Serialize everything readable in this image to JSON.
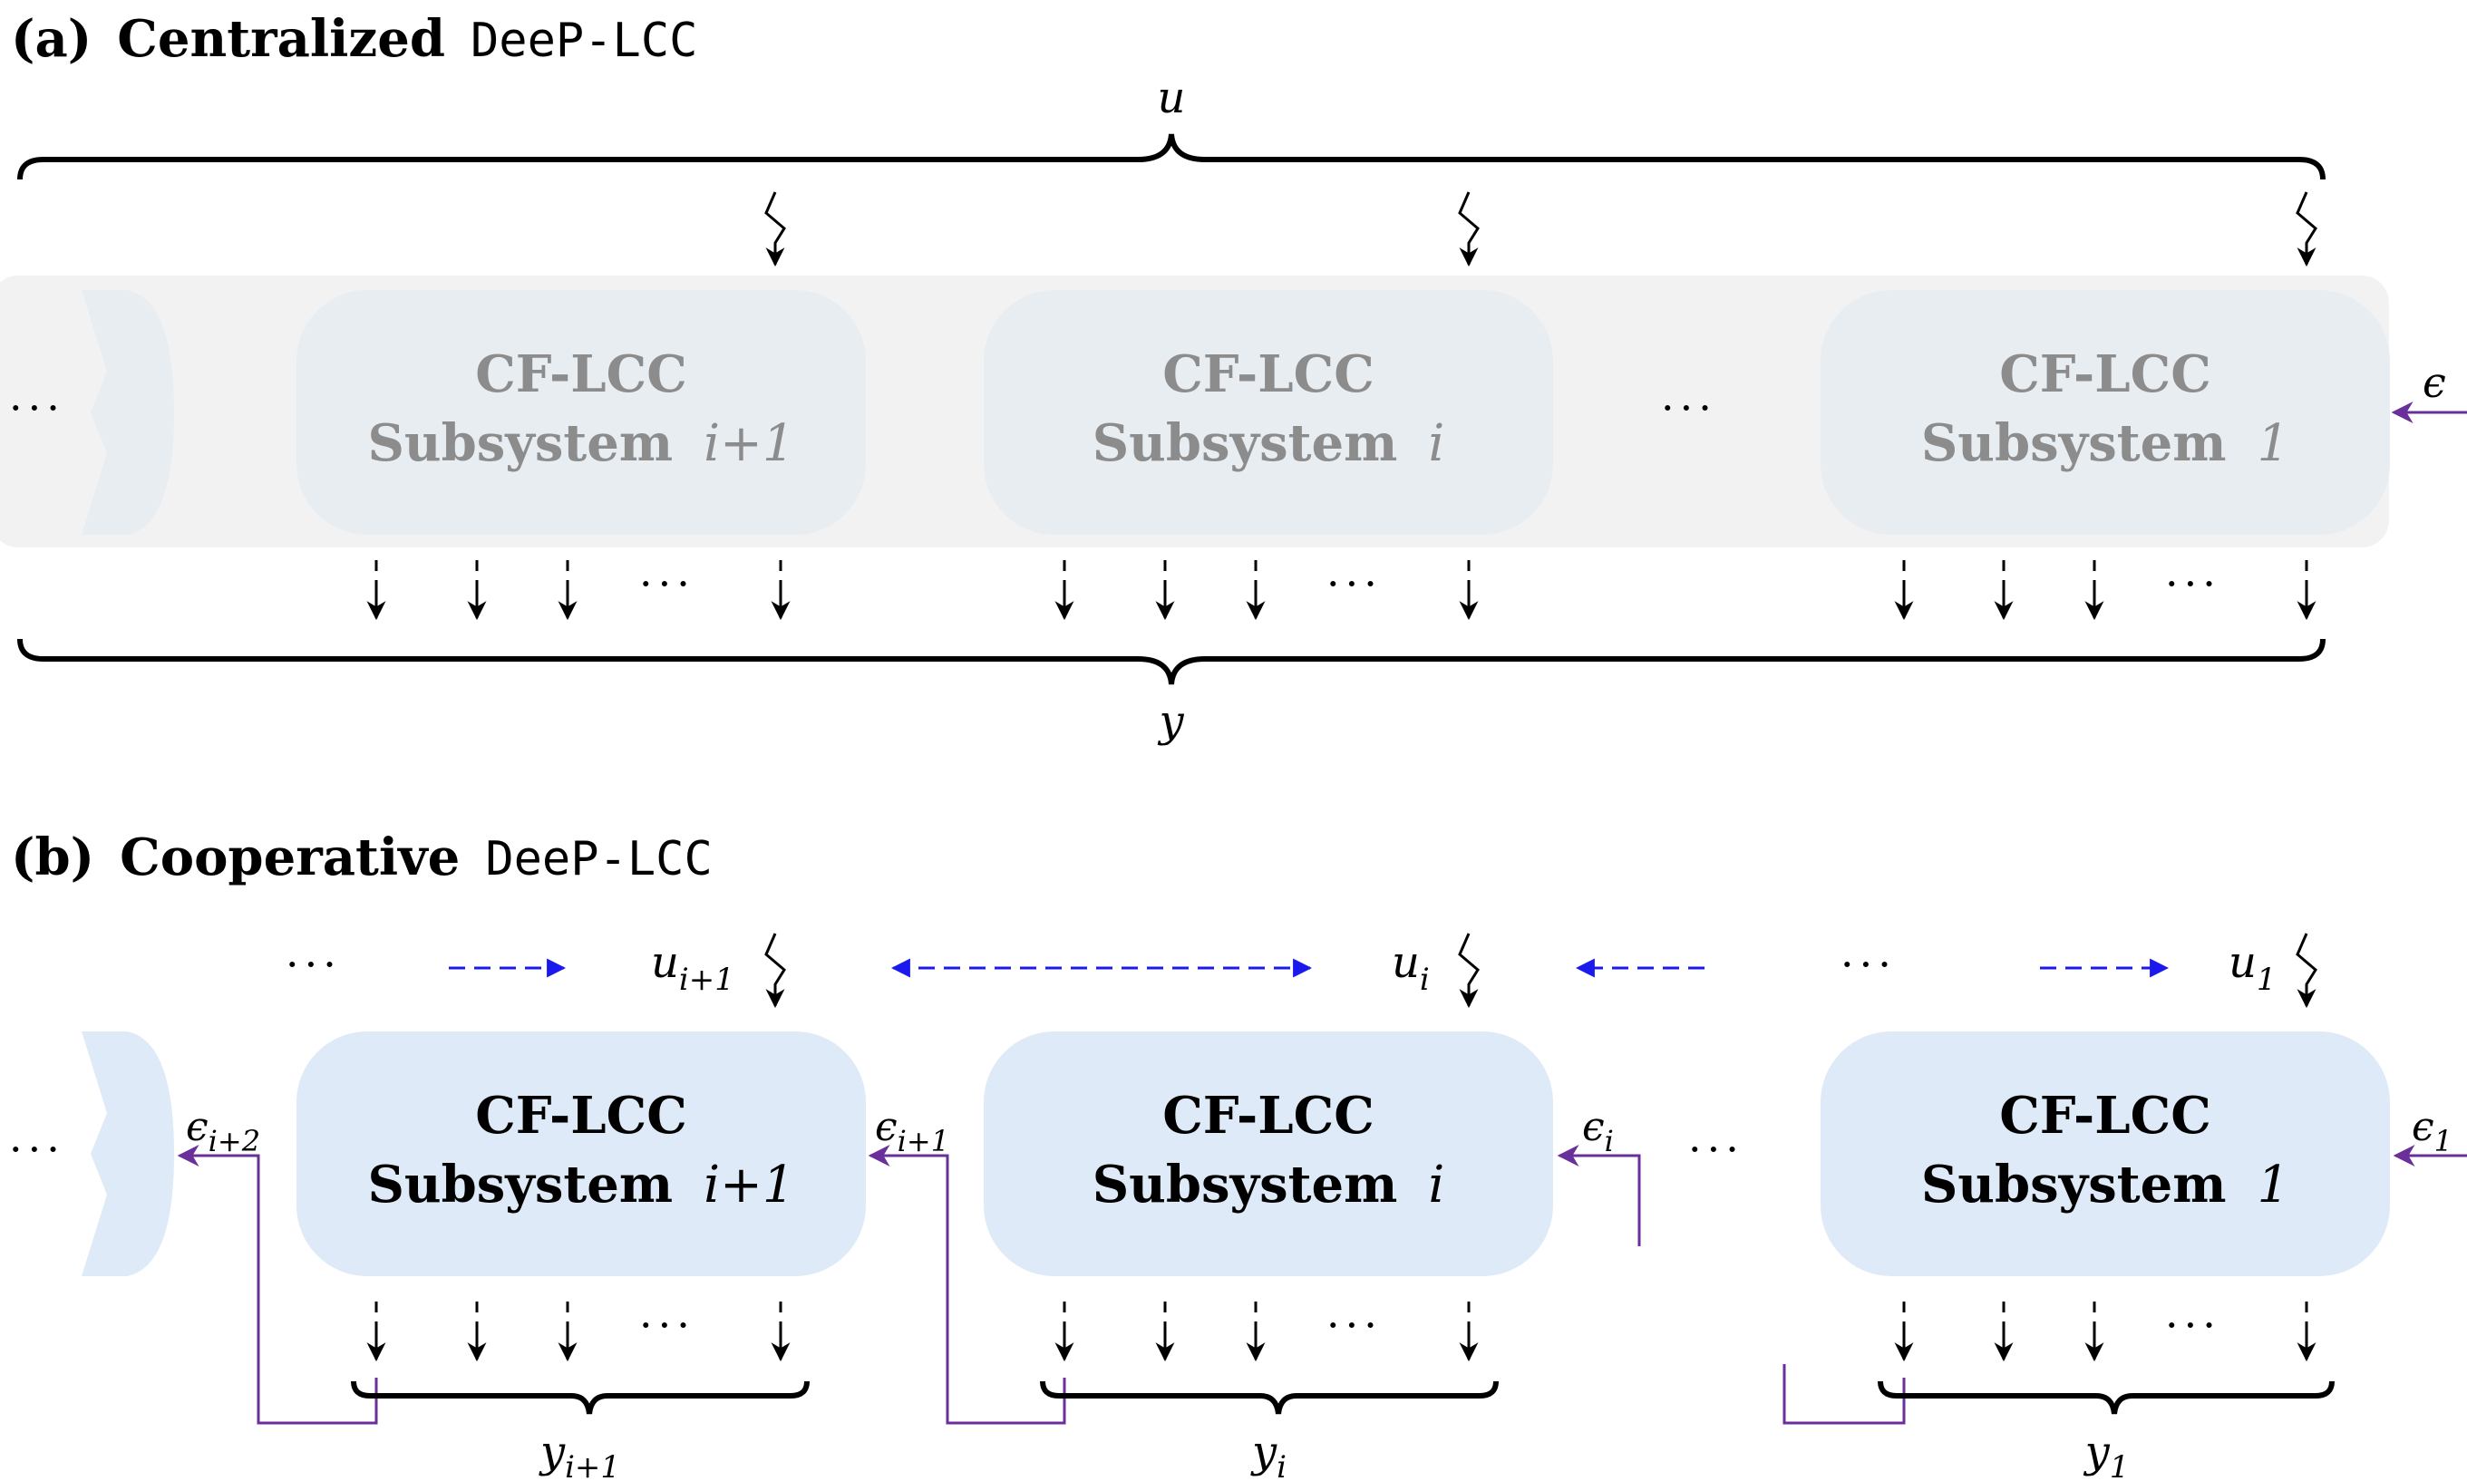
{
  "colors": {
    "background_band": "#f2f2f2",
    "box_faded": "#e8edf2",
    "box_active": "#deeaf7",
    "text_faded": "#8c8c8c",
    "text_active": "#000000",
    "arrow_black": "#000000",
    "arrow_blue": "#1a1aee",
    "arrow_purple": "#6a2f9a"
  },
  "panel_a": {
    "label": "(a)",
    "title_bold": "Centralized",
    "title_mono": "DeeP-LCC",
    "input_label": "u",
    "output_label": "y",
    "epsilon_label": "ϵ",
    "dots": "···",
    "boxes": [
      {
        "line1": "CF-LCC",
        "line2_text": "Subsystem",
        "line2_math": "i+1"
      },
      {
        "line1": "CF-LCC",
        "line2_text": "Subsystem",
        "line2_math": "i"
      },
      {
        "line1": "CF-LCC",
        "line2_text": "Subsystem",
        "line2_math": "1"
      }
    ]
  },
  "panel_b": {
    "label": "(b)",
    "title_bold": "Cooperative",
    "title_mono": "DeeP-LCC",
    "dots": "···",
    "boxes": [
      {
        "line1": "CF-LCC",
        "line2_text": "Subsystem",
        "line2_math": "i+1",
        "input_base": "u",
        "input_sub": "i+1",
        "output_base": "y",
        "output_sub": "i+1"
      },
      {
        "line1": "CF-LCC",
        "line2_text": "Subsystem",
        "line2_math": "i",
        "input_base": "u",
        "input_sub": "i",
        "output_base": "y",
        "output_sub": "i"
      },
      {
        "line1": "CF-LCC",
        "line2_text": "Subsystem",
        "line2_math": "1",
        "input_base": "u",
        "input_sub": "1",
        "output_base": "y",
        "output_sub": "1"
      }
    ],
    "epsilons": [
      {
        "base": "ϵ",
        "sub": "i+2"
      },
      {
        "base": "ϵ",
        "sub": "i+1"
      },
      {
        "base": "ϵ",
        "sub": "i"
      },
      {
        "base": "ϵ",
        "sub": "1"
      }
    ]
  }
}
